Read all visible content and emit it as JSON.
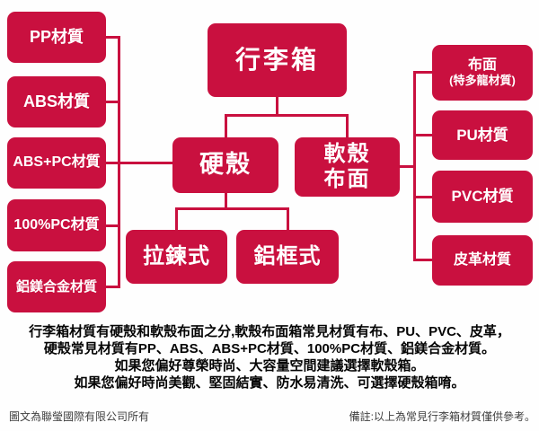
{
  "colors": {
    "box_red": "#c9103f",
    "box_text": "#ffffff",
    "background": "#fefefe",
    "paragraph_text": "#050505",
    "footer_text": "#3f3f3f"
  },
  "diagram": {
    "root": {
      "label": "行李箱"
    },
    "hard_shell": {
      "label": "硬殼",
      "types": [
        {
          "label": "拉鍊式"
        },
        {
          "label": "鋁框式"
        }
      ],
      "materials": [
        "PP材質",
        "ABS材質",
        "ABS+PC材質",
        "100%PC材質",
        "鋁鎂合金材質"
      ]
    },
    "soft_shell": {
      "label_line1": "軟殼",
      "label_line2": "布面",
      "materials": [
        {
          "line1": "布面",
          "line2": "(特多龍材質)"
        },
        {
          "label": "PU材質"
        },
        {
          "label": "PVC材質"
        },
        {
          "label": "皮革材質"
        }
      ]
    }
  },
  "paragraph": {
    "lines": [
      "行李箱材質有硬殼和軟殼布面之分,軟殼布面箱常見材質有布、PU、PVC、皮革，",
      "硬殼常見材質有PP、ABS、ABS+PC材質、100%PC材質、鋁鎂合金材質。",
      "如果您偏好尊榮時尚、大容量空間建議選擇軟殼箱。",
      "如果您偏好時尚美觀、堅固結實、防水易清洗、可選擇硬殼箱唷。"
    ]
  },
  "footer": {
    "left": "圖文為聯瑩國際有限公司所有",
    "right": "備註:以上為常見行李箱材質僅供參考。"
  }
}
